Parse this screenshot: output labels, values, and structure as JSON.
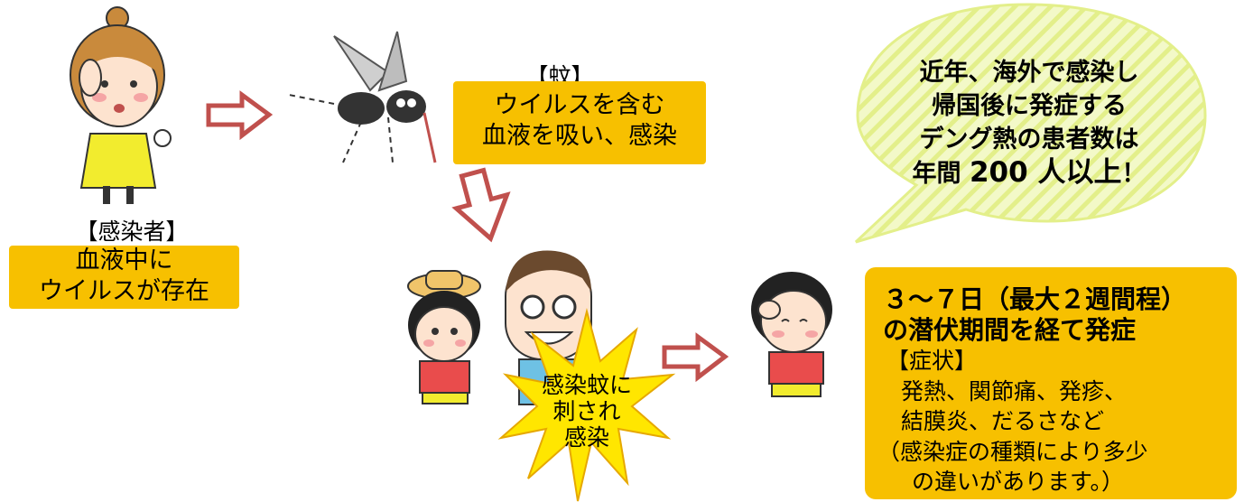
{
  "infected": {
    "label": "【感染者】",
    "box_line1": "血液中に",
    "box_line2": "ウイルスが存在"
  },
  "mosquito": {
    "label": "【蚊】",
    "box_line1": "ウイルスを含む",
    "box_line2": "血液を吸い、感染"
  },
  "bite": {
    "line1": "感染蚊に",
    "line2": "刺され",
    "line3": "感染"
  },
  "speech": {
    "line1": "近年、海外で感染し",
    "line2": "帰国後に発症する",
    "line3": "デング熱の患者数は",
    "line4_pre": "年間",
    "line4_big": "200 人以上",
    "line4_post": "！"
  },
  "result": {
    "line1": "３～７日（最大２週間程）",
    "line2": "の潜伏期間を経て発症",
    "symptoms_label": "【症状】",
    "symptom_line1": "発熱、関節痛、発疹、",
    "symptom_line2": "結膜炎、だるさなど",
    "note_line1": "（感染症の種類により多少",
    "note_line2": "の違いがあります。）"
  },
  "colors": {
    "box_yellow": "#f7c000",
    "arrow_red": "#c0504d",
    "burst_yellow": "#ffe600",
    "speech_green": "#eef7a0"
  }
}
